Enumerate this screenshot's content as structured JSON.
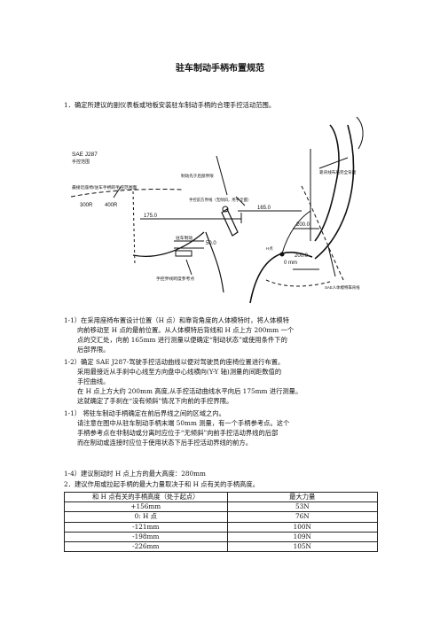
{
  "doc": {
    "title": "驻车制动手柄布置规范",
    "intro": "1．确定所建议的副仪表板或地板安装驻车制动手柄的合理手控活动范围。",
    "figure": {
      "sae_title": "SAE J287",
      "sae_sub": "手控范围",
      "label_rear_limit_src": "最接近座椅/驻车手柄的手控范围面",
      "label_r300": "300R",
      "label_r400": "400R",
      "label_brake_rear": "制动先于后部界限",
      "label_seat_back": "靠背线布局完全背面",
      "label_front_line": "手控前方界线（无倾斜，用手全握）",
      "label_handle": "驻车制动",
      "label_ref": "手控界线跨度参考点",
      "label_hpoint": "H点",
      "label_sae_seat": "SAE人体模特靠背线",
      "dim_175": "175.0",
      "dim_165": "165.0",
      "dim_50": "50.0",
      "dim_200a": "200.0",
      "dim_200b": "200.0",
      "dim_0": "0 mm"
    },
    "para_1_1_l1": "1-1）在采用座椅布置设计位置（H 点）和靠背角度的人体模特时，将人体模特",
    "para_1_1_l2": "向前移动至 H 点的最前位置。从人体模特后背线和 H 点上方 200mm 一个",
    "para_1_1_l3": "点的交汇处，向前 165mm 进行测量以便确定“制动状态”或使用条件下的",
    "para_1_1_l4": "后部界限。",
    "para_1_2_l1": "1-2）确定 SAE J287-驾驶手控活动曲线以便对驾驶员的座椅位置进行布置。",
    "para_1_2_l2": "采用最接近从手刹中心线至方向盘中心线横向(Y-Y 轴)测量的间距数值的",
    "para_1_2_l3": "手控曲线。",
    "para_1_2_l4": "在 H 点上方大约 200mm 高度,从手控活动曲线水平向后 175mm 进行测量。",
    "para_1_2_l5": "这就确定了手刹在“没有倾斜”情况下向前的手控界限。",
    "para_1_3_l1": "1-1）  将驻车制动手柄确定在前后界线之间的区域之内。",
    "para_1_3_l2": "请注意在图中从驻车制动手柄末端 50mm 测量，有一个手柄参考点。这个",
    "para_1_3_l3": "手柄参考点在非制动或分离时应位于“无倾斜”向前手控活动界线的后部",
    "para_1_3_l4": "而在制动或连接时应位于使用状态下后手控活动界线的前方。",
    "para_1_4": "1-4）建议制动时 H  点上方的最大高度：280mm",
    "section2": "2．建议作用或拉起手柄的最大力量取决于和 H 点有关的手柄高度。",
    "table": {
      "header_col1": "和 H 点有关的手柄高度（处于起点）",
      "header_col2": "最大力量",
      "rows": [
        {
          "height": "+156mm",
          "force": "53N"
        },
        {
          "height": "0: H 点",
          "force": "76N"
        },
        {
          "height": "-121mm",
          "force": "100N"
        },
        {
          "height": "-198mm",
          "force": "109N"
        },
        {
          "height": "-226mm",
          "force": "105N"
        }
      ]
    }
  }
}
